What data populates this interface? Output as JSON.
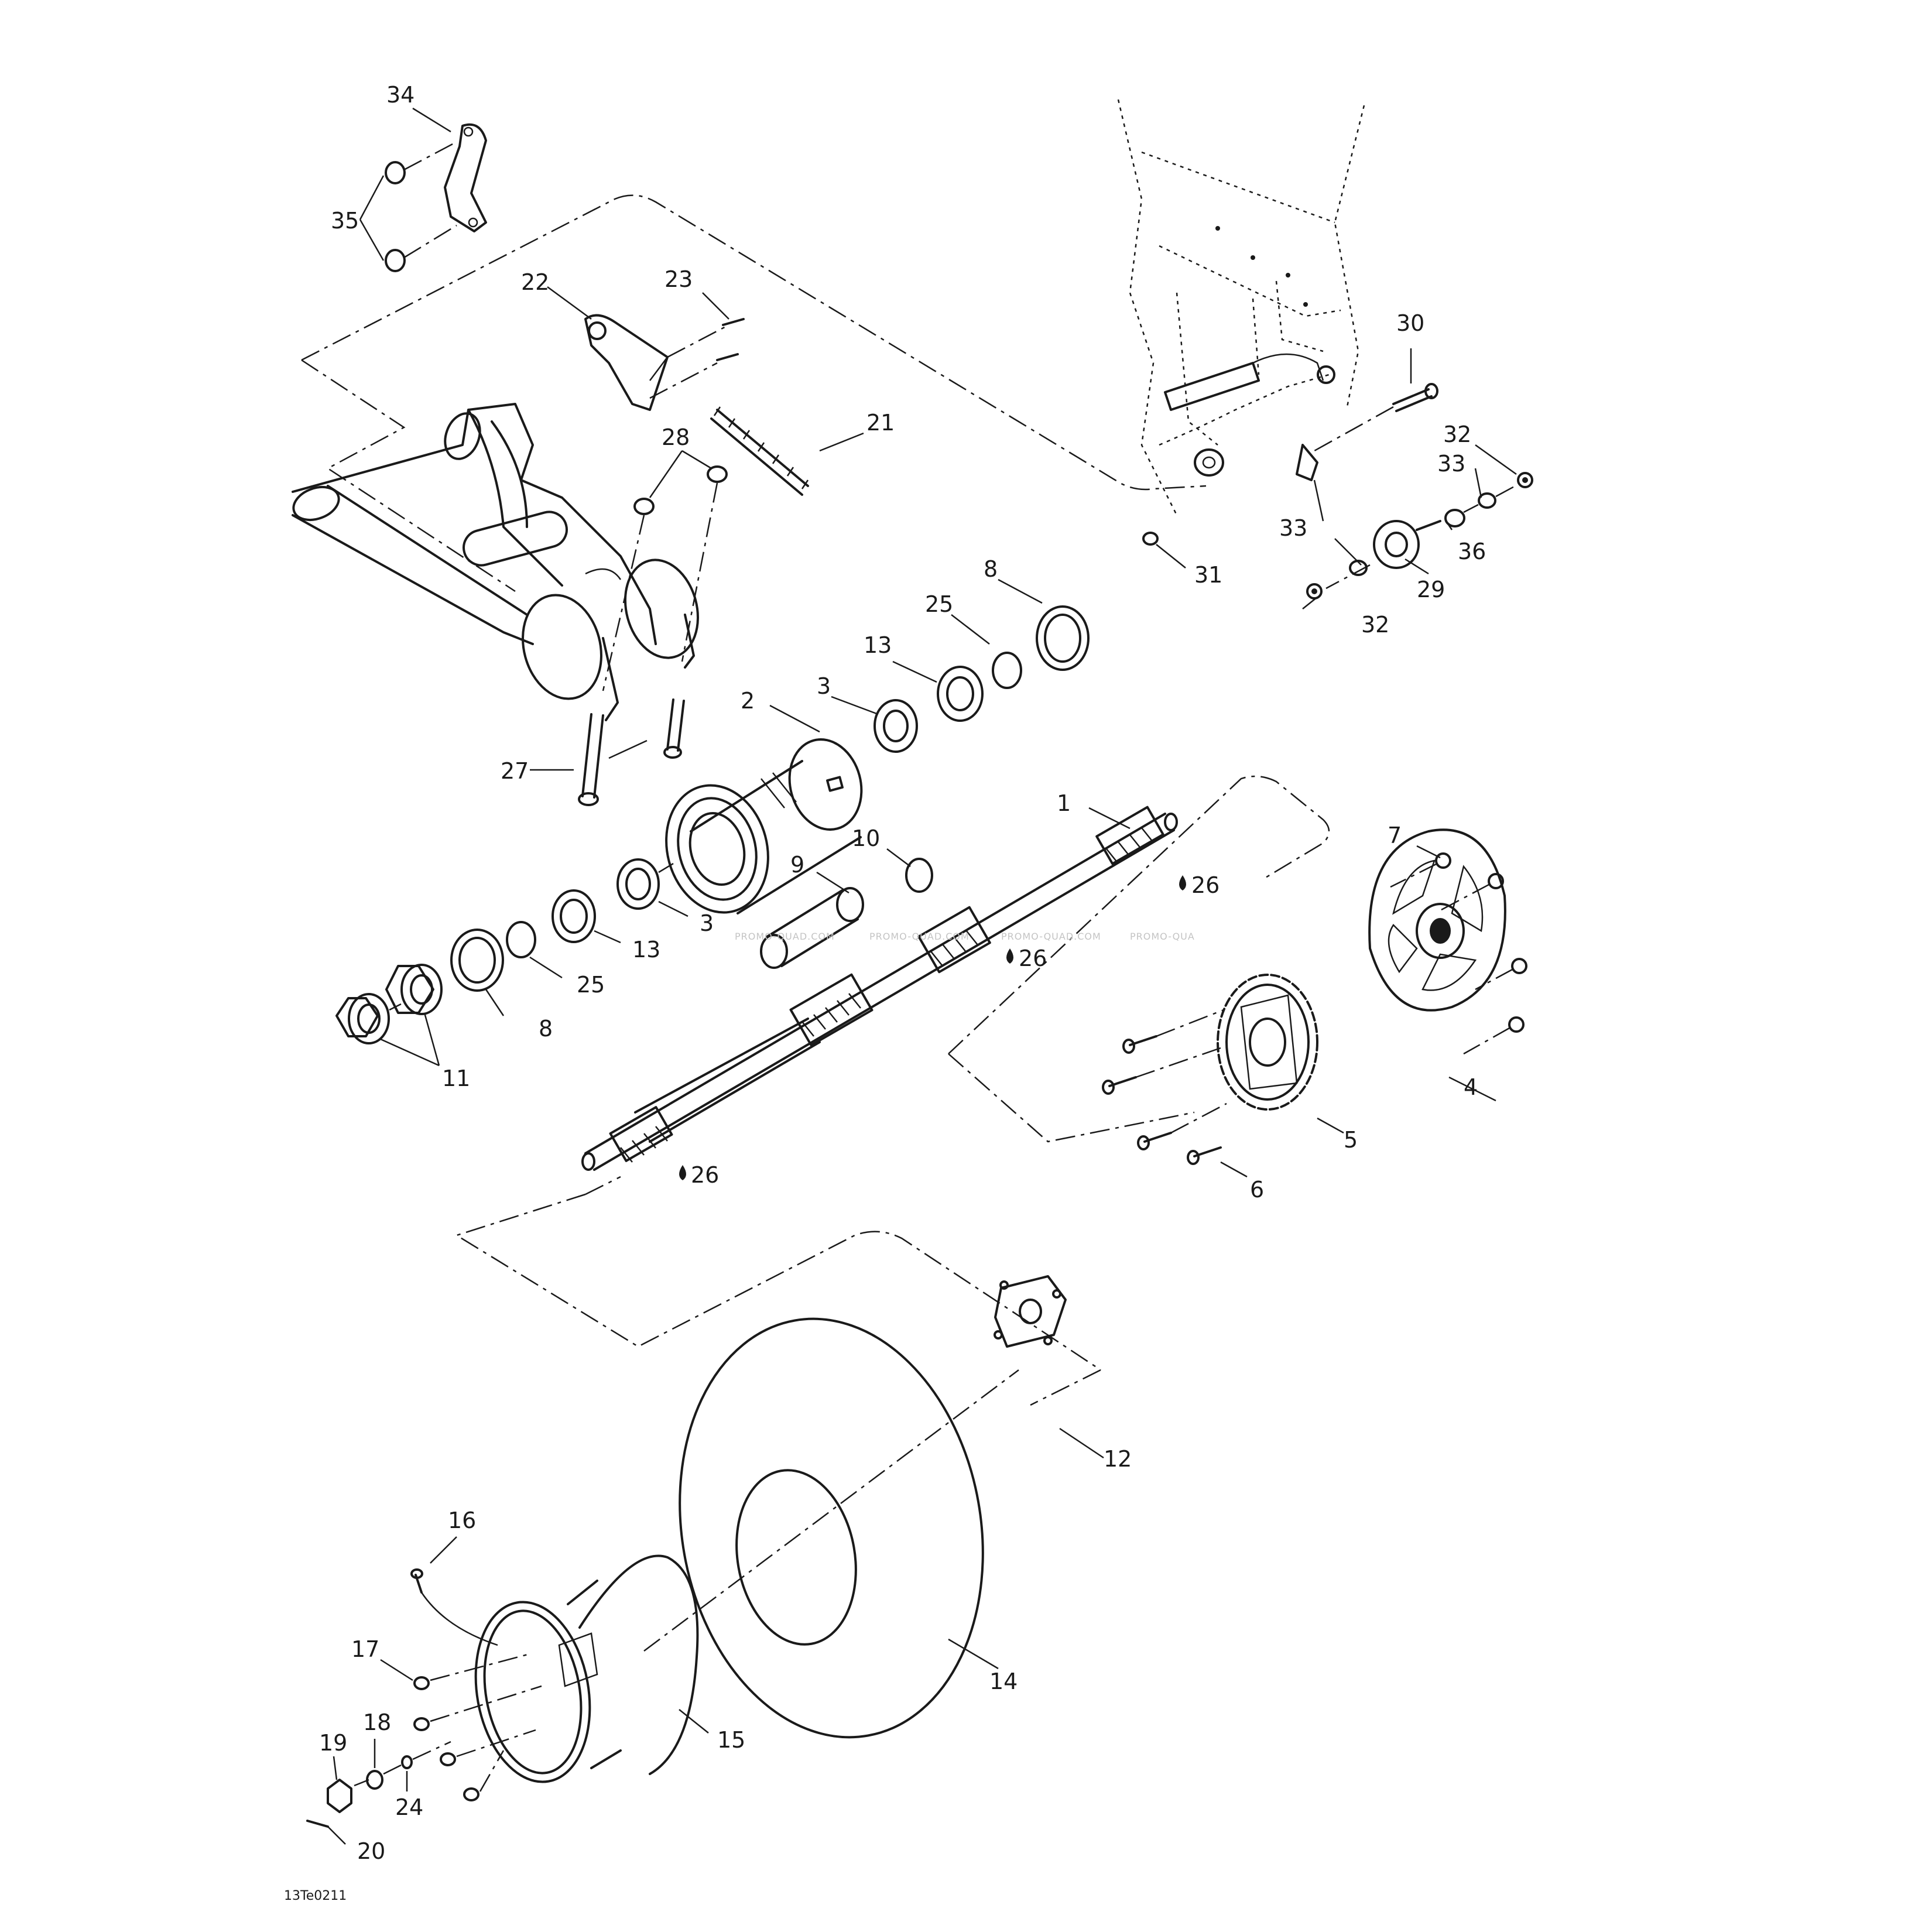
{
  "callouts": {
    "c1": "1",
    "c2": "2",
    "c3a": "3",
    "c3b": "3",
    "c4": "4",
    "c5": "5",
    "c6": "6",
    "c7": "7",
    "c8a": "8",
    "c8b": "8",
    "c9": "9",
    "c10": "10",
    "c11": "11",
    "c12": "12",
    "c13a": "13",
    "c13b": "13",
    "c14": "14",
    "c15": "15",
    "c16": "16",
    "c17": "17",
    "c18": "18",
    "c19": "19",
    "c20": "20",
    "c21": "21",
    "c22": "22",
    "c23": "23",
    "c24": "24",
    "c25a": "25",
    "c25b": "25",
    "c26a": "26",
    "c26b": "26",
    "c26c": "26",
    "c27": "27",
    "c28": "28",
    "c29": "29",
    "c30": "30",
    "c31": "31",
    "c32a": "32",
    "c32b": "32",
    "c33a": "33",
    "c33b": "33",
    "c34": "34",
    "c35": "35",
    "c36": "36"
  },
  "watermarks": [
    "PROMO-QUAD.COM",
    "PROMO-QUAD.COM",
    "PROMO-QUAD.COM",
    "PROMO-QUA"
  ],
  "drawing_code": "13Te0211"
}
